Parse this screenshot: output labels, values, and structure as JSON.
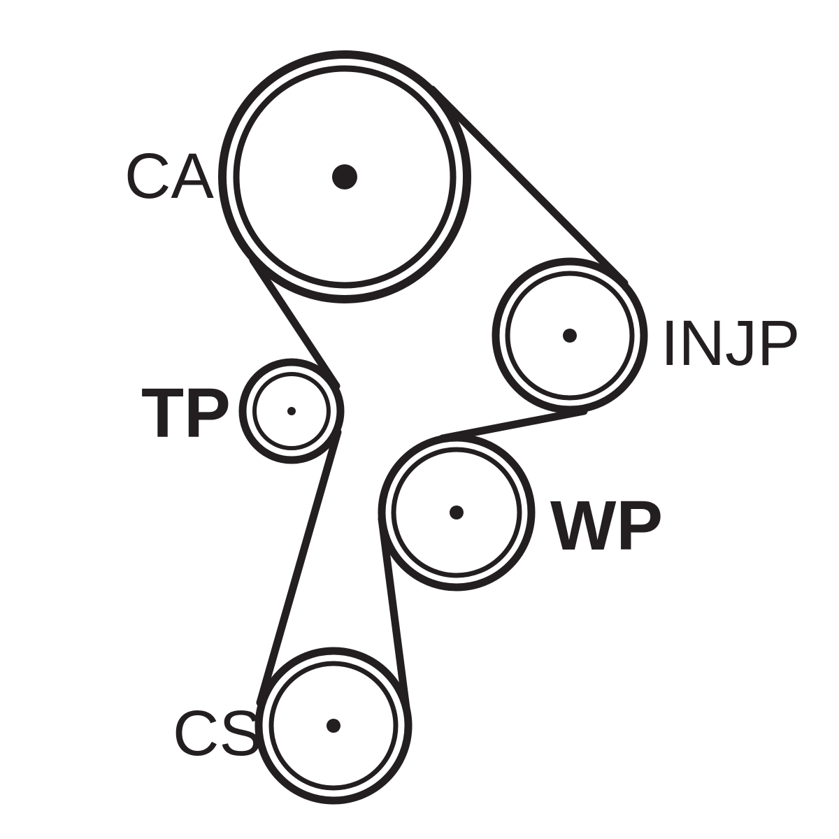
{
  "title": "Timing belt routing diagram",
  "colors": {
    "ink": "#231f20",
    "background": "#ffffff"
  },
  "pulleys": [
    {
      "id": "ca",
      "label": "CA"
    },
    {
      "id": "injp",
      "label": "INJP"
    },
    {
      "id": "tp",
      "label": "TP"
    },
    {
      "id": "wp",
      "label": "WP"
    },
    {
      "id": "cs",
      "label": "CS"
    }
  ]
}
